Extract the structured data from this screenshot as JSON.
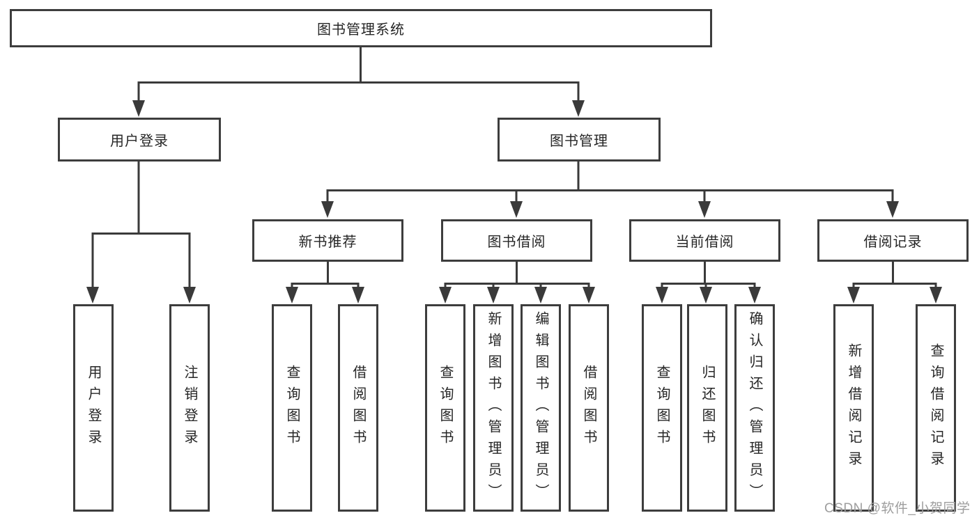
{
  "tree": {
    "root": {
      "label": "图书管理系统"
    },
    "branches": [
      {
        "label": "用户登录",
        "children": [
          {
            "label": "用户登录"
          },
          {
            "label": "注销登录"
          }
        ]
      },
      {
        "label": "图书管理",
        "sections": [
          {
            "label": "新书推荐",
            "children": [
              {
                "label": "查询图书"
              },
              {
                "label": "借阅图书"
              }
            ]
          },
          {
            "label": "图书借阅",
            "children": [
              {
                "label": "查询图书"
              },
              {
                "label": "新增图书（管理员）"
              },
              {
                "label": "编辑图书（管理员）"
              },
              {
                "label": "借阅图书"
              }
            ]
          },
          {
            "label": "当前借阅",
            "children": [
              {
                "label": "查询图书"
              },
              {
                "label": "归还图书"
              },
              {
                "label": "确认归还（管理员）"
              }
            ]
          },
          {
            "label": "借阅记录",
            "children": [
              {
                "label": "新增借阅记录"
              },
              {
                "label": "查询借阅记录"
              }
            ]
          }
        ]
      }
    ]
  },
  "watermark": "CSDN @软件_小贺同学",
  "colors": {
    "line": "#3a3a3a",
    "box_border": "#3d3d3d",
    "text": "#262626",
    "watermark": "#9e9e9e",
    "background": "#ffffff"
  }
}
